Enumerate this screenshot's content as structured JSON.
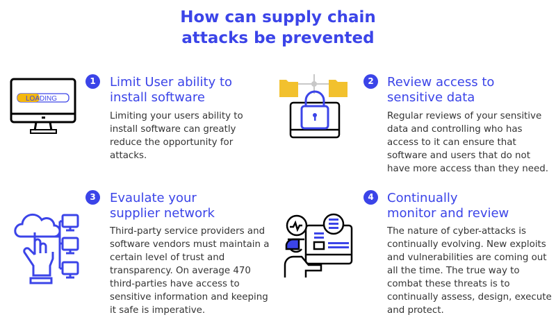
{
  "title_line1": "How can supply chain",
  "title_line2": "attacks be prevented",
  "sections": [
    {
      "number": "1",
      "heading": "Limit User ability to\ninstall software",
      "body": "Limiting your users ability to install software can greatly reduce the opportunity for attacks.",
      "icon_text": "LOADING"
    },
    {
      "number": "2",
      "heading": "Review access to\nsensitive data",
      "body": "Regular reviews of your sensitive data and controlling who has access to it can ensure that software and users that do not have more access than they need."
    },
    {
      "number": "3",
      "heading": "Evaulate your\nsupplier network",
      "body": "Third-party service providers and software vendors must maintain a certain level of trust and transparency. On average 470 third-parties have access to sensitive information and keeping it safe is imperative."
    },
    {
      "number": "4",
      "heading": "Continually\nmonitor and review",
      "body": "The nature of cyber-attacks is continually evolving. New exploits and vulnerabilities are coming out all the time. The true way to combat these threats is to continually assess, design, execute and protect."
    }
  ],
  "colors": {
    "accent": "#3b44e8",
    "folder": "#f2c12e",
    "text": "#333333"
  }
}
